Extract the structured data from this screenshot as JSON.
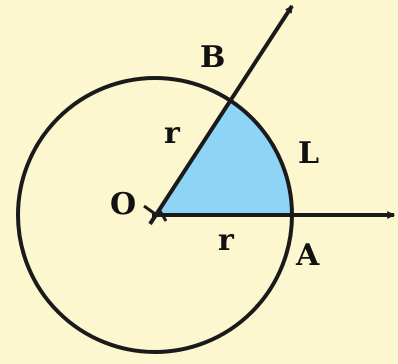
{
  "diagram": {
    "labels": {
      "B": "B",
      "r_upper": "r",
      "L": "L",
      "O": "O",
      "r_lower": "r",
      "A": "A"
    },
    "colors": {
      "background": "#fdf7cf",
      "sector_fill": "#8ed4f6",
      "stroke": "#1a1a1a"
    }
  }
}
